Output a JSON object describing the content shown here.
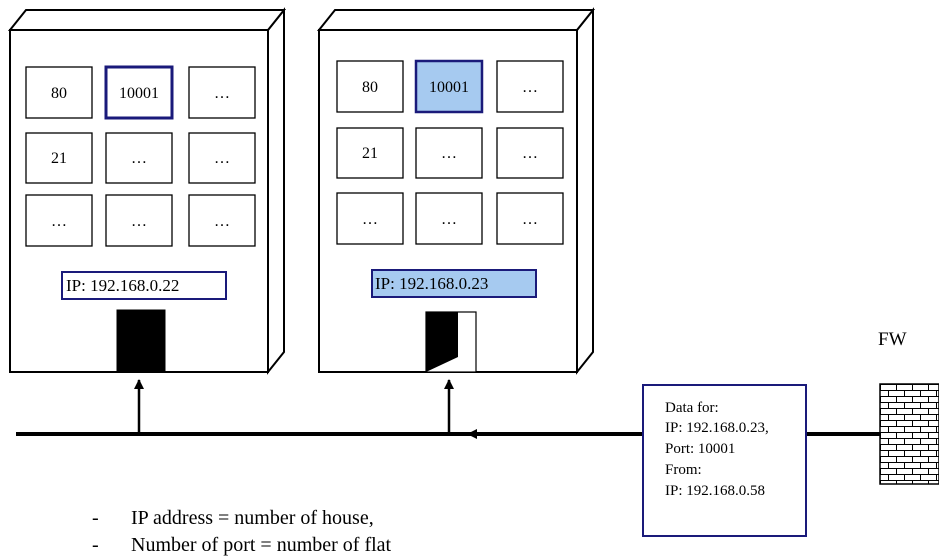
{
  "buildings": [
    {
      "ports": [
        "80",
        "10001",
        "…",
        "21",
        "…",
        "…",
        "…",
        "…",
        "…"
      ],
      "highlighted_port_index": 1,
      "ip_label": "IP: 192.168.0.22",
      "door_state": "closed"
    },
    {
      "ports": [
        "80",
        "10001",
        "…",
        "21",
        "…",
        "…",
        "…",
        "…",
        "…"
      ],
      "highlighted_port_index": 1,
      "ip_label": "IP: 192.168.0.23",
      "door_state": "open"
    }
  ],
  "firewall_label": "FW",
  "packet": {
    "lines": [
      "Data for:",
      "IP: 192.168.0.23,",
      "Port: 10001",
      "From:",
      "IP: 192.168.0.58"
    ]
  },
  "bullets": [
    {
      "dash": "-",
      "text": "IP address = number of house,"
    },
    {
      "dash": "-",
      "text": "Number of port = number of flat"
    }
  ],
  "colors": {
    "highlight_fill": "#a6caf0",
    "border_blue": "#1a1a7a",
    "line": "#000000"
  }
}
